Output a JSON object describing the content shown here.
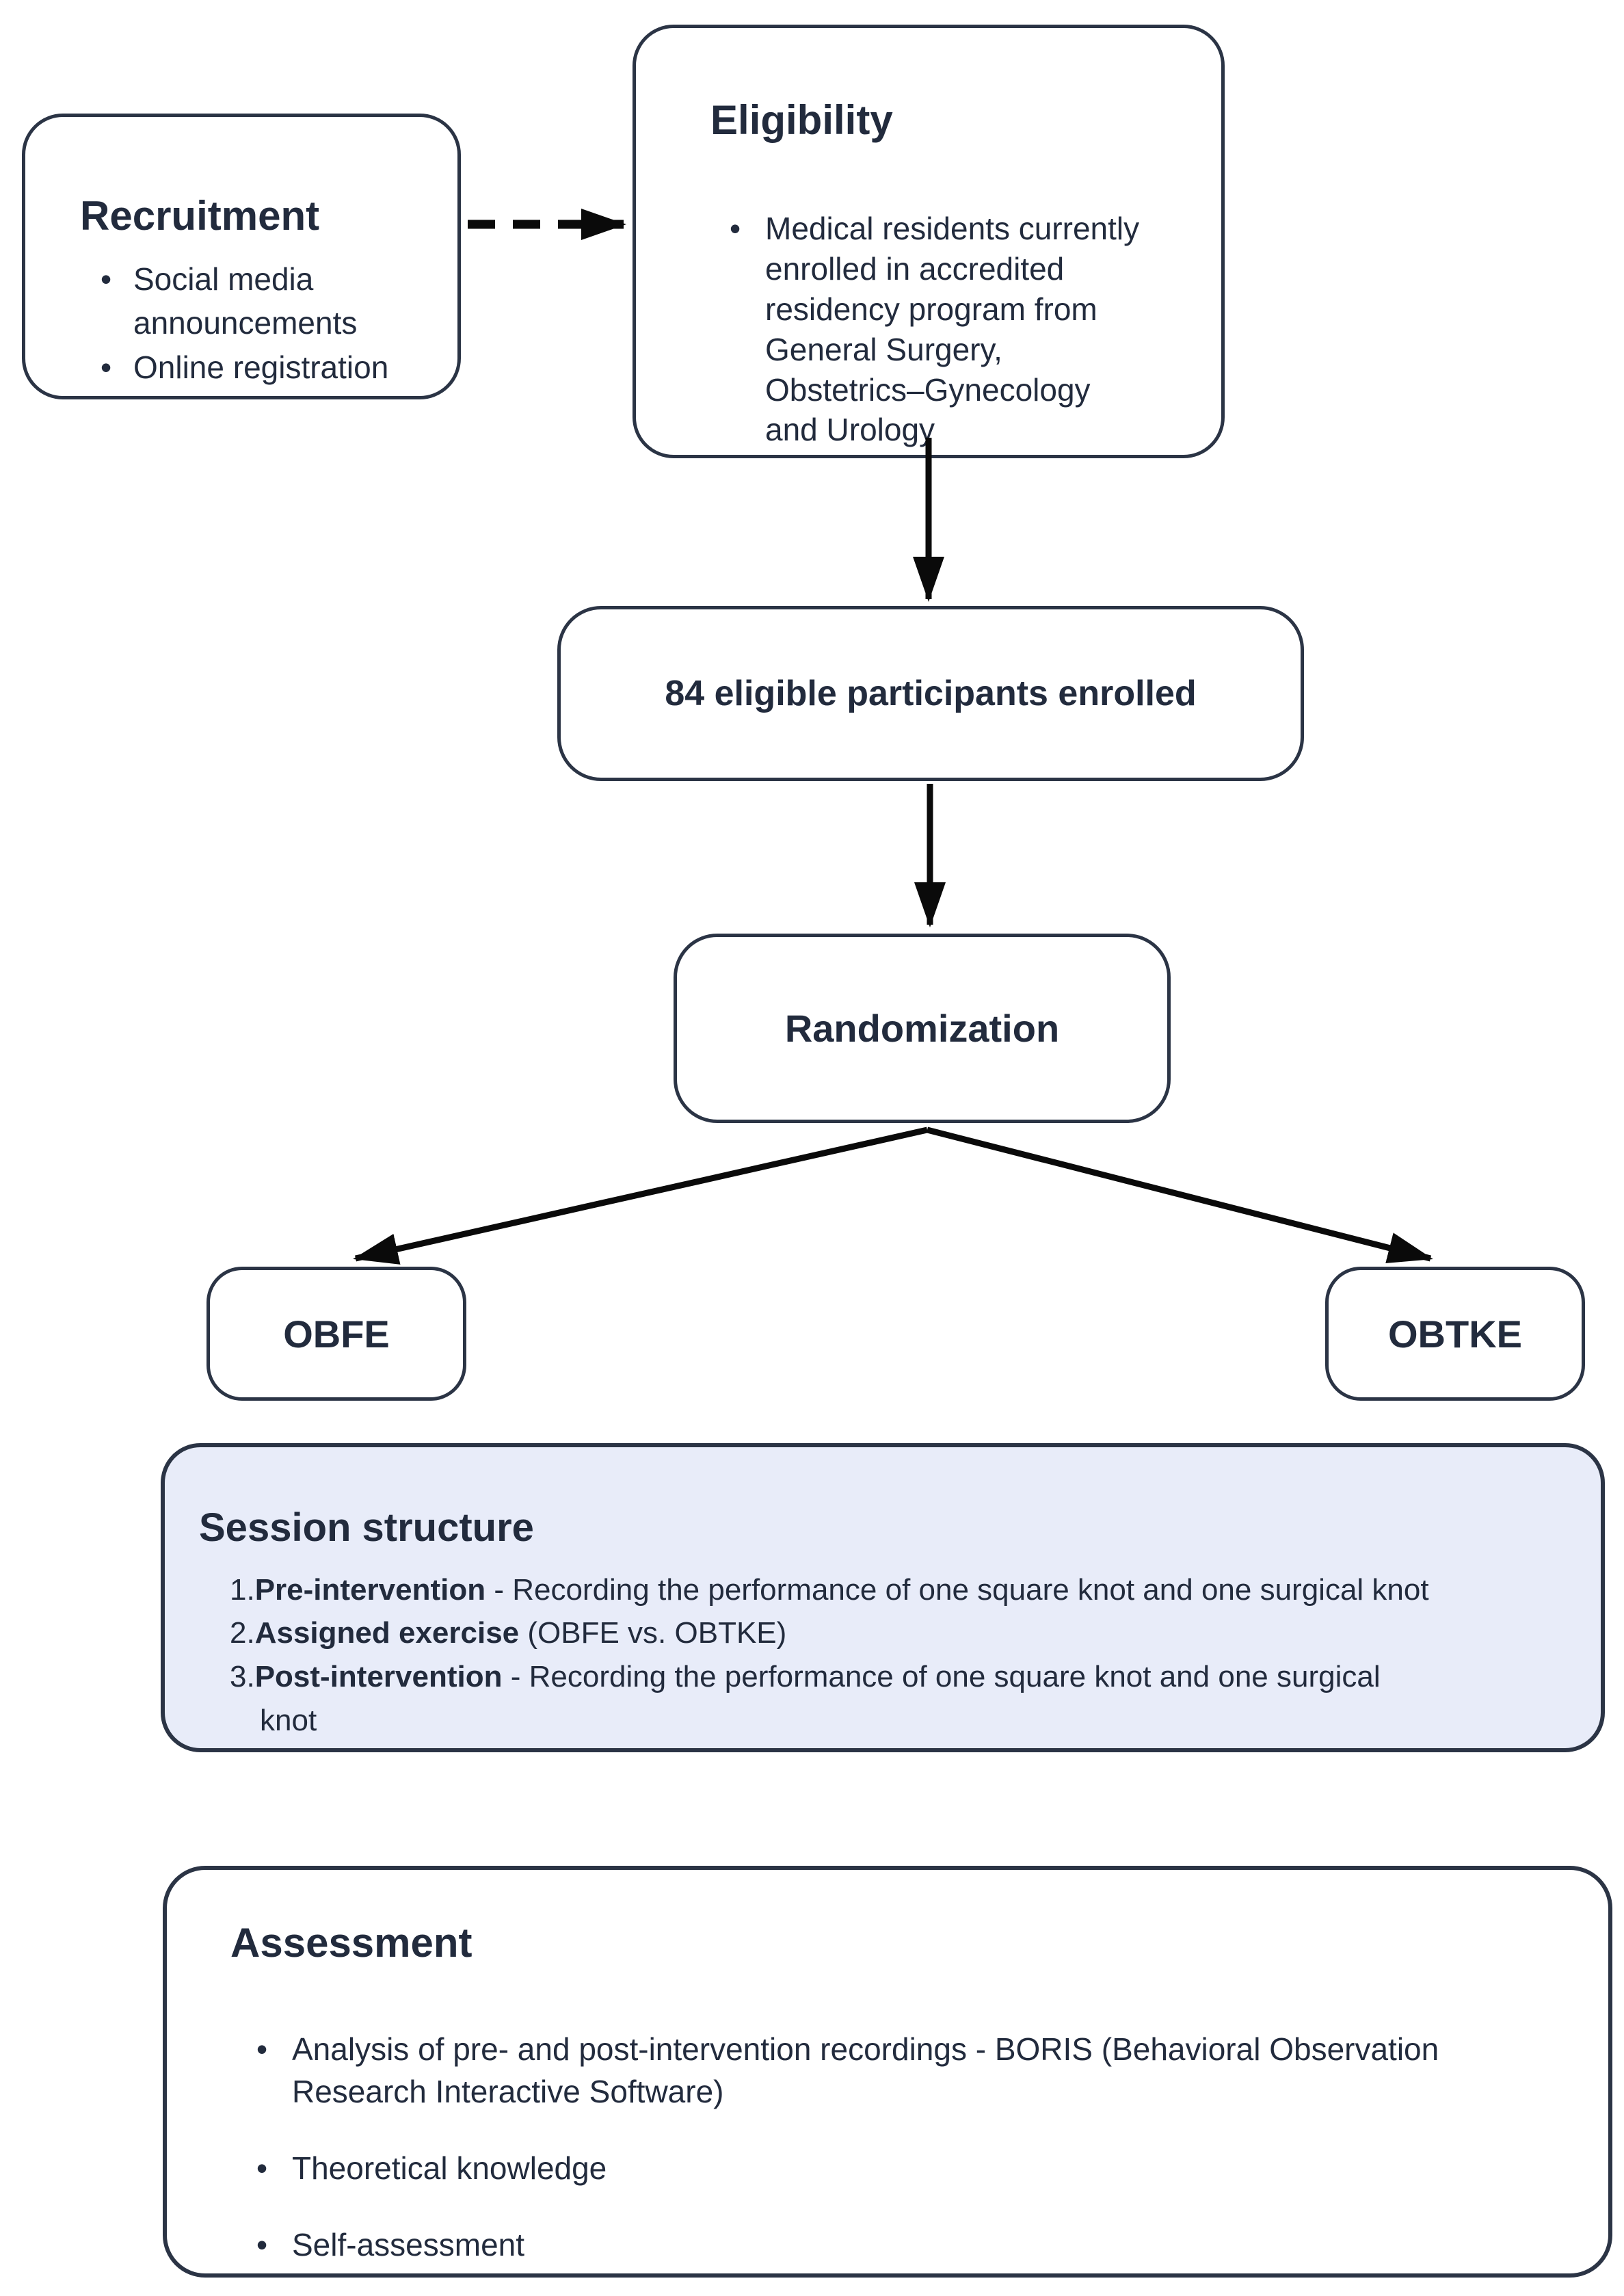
{
  "flowchart": {
    "colors": {
      "ink": "#222b3d",
      "border": "#2b3445",
      "session_bg": "#e8ecf9",
      "arrow": "#0a0a0a"
    },
    "recruitment": {
      "title": "Recruitment",
      "bullet1_lines": [
        "Social media",
        "announcements"
      ],
      "bullet2": "Online registration"
    },
    "eligibility": {
      "title": "Eligibility",
      "bullet_lines": [
        "Medical residents currently",
        "enrolled in accredited",
        "residency program from",
        "General Surgery,",
        "Obstetrics–Gynecology",
        "and Urology"
      ]
    },
    "enrolled_label": "84 eligible participants enrolled",
    "randomization_label": "Randomization",
    "obfe_label": "OBFE",
    "obtke_label": "OBTKE",
    "session": {
      "title": "Session structure",
      "items": [
        {
          "num": "1.",
          "lead": "Pre-intervention",
          "rest": " - Recording the performance of one square knot and one surgical knot",
          "cont": ""
        },
        {
          "num": "2.",
          "lead": "Assigned exercise",
          "rest": " (OBFE vs. OBTKE)",
          "cont": ""
        },
        {
          "num": "3.",
          "lead": "Post-intervention",
          "rest": " - Recording the performance of one square knot and one surgical",
          "cont": "knot"
        }
      ]
    },
    "assessment": {
      "title": "Assessment",
      "bullets": [
        {
          "lines": [
            "Analysis of pre- and post-intervention recordings - BORIS (Behavioral Observation",
            "Research Interactive Software)"
          ]
        },
        {
          "lines": [
            "Theoretical knowledge",
            ""
          ]
        },
        {
          "lines": [
            "Self-assessment",
            ""
          ]
        }
      ]
    }
  }
}
